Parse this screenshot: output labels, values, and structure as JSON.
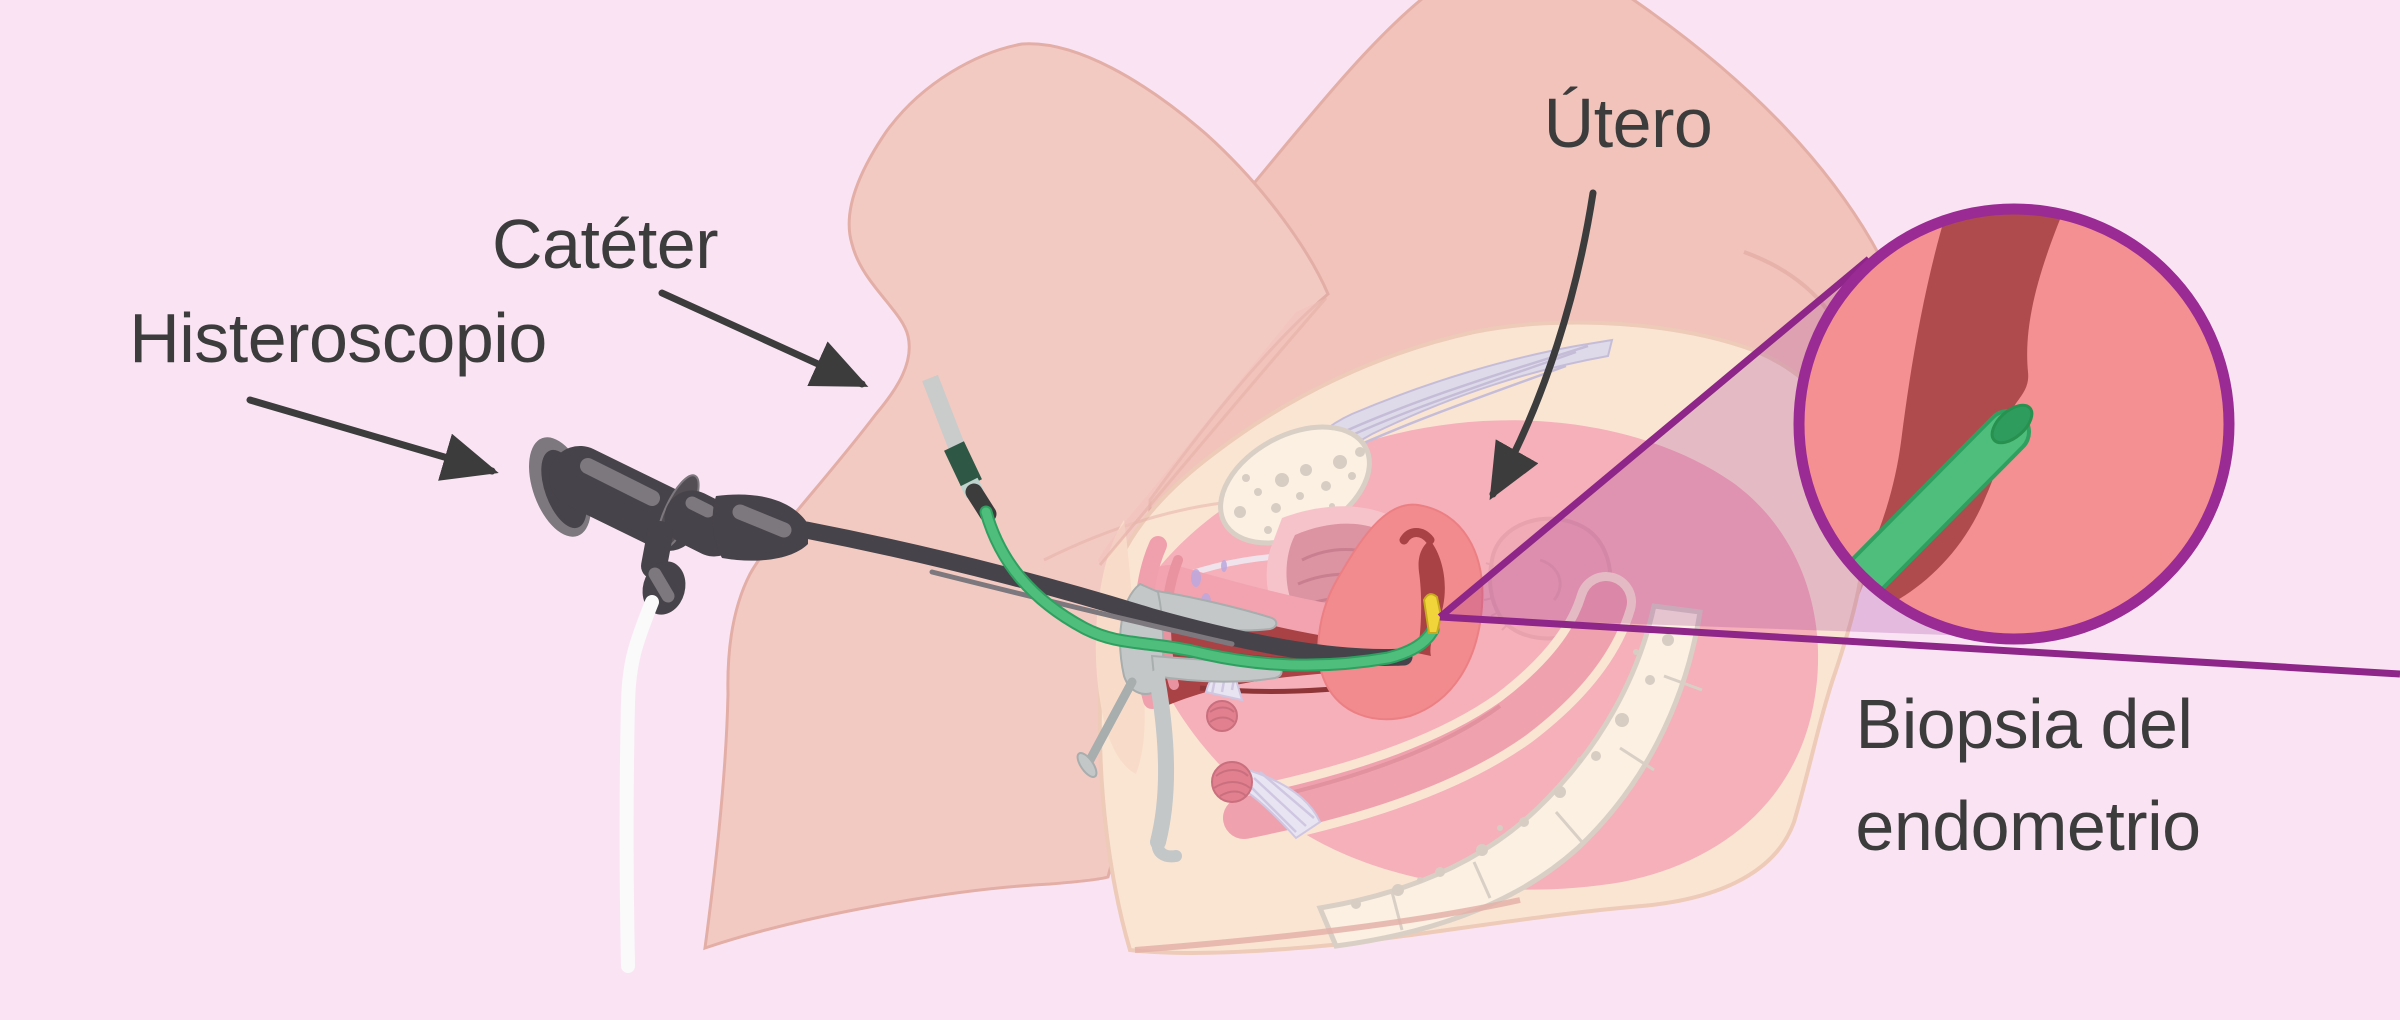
{
  "figure": {
    "type": "medical-illustration",
    "subject": "Endometrial biopsy performed through a catheter with hysteroscope, sagittal pelvic view with magnified endometrium inset"
  },
  "labels": {
    "cateter": "Catéter",
    "histeroscopio": "Histeroscopio",
    "utero": "Útero",
    "biopsia_line1": "Biopsia del",
    "biopsia_line2": "endometrio"
  },
  "annotations": [
    {
      "text": "Catéter",
      "points_to": "catheter"
    },
    {
      "text": "Histeroscopio",
      "points_to": "hysteroscope"
    },
    {
      "text": "Útero",
      "points_to": "uterus"
    },
    {
      "text": "Biopsia del endometrio",
      "points_to": "magnified-endometrium-inset"
    }
  ],
  "colors": {
    "bg": "#FAE4F4",
    "label": "#3C3C3C",
    "accent_purple": "#8E2588",
    "ring_purple": "#9A2B94",
    "wedge": "rgba(151,40,144,0.22)",
    "skin": "#F3CAC2",
    "skin2": "#F1C3BB",
    "skin_edge": "#E3AEA6",
    "cream": "#FAE5D3",
    "cream_edge": "#EDCBB8",
    "cavity_pink": "#F5B0BA",
    "bladder_outer": "#F7C3CA",
    "bladder_inner": "#DC93A2",
    "bladder_line": "#C97F8F",
    "endometrium_red": "#A84245",
    "red_deep": "#8E3538",
    "uterus": "#F28B8E",
    "uterus_edge": "#EC7F83",
    "bone": "#FBF0E2",
    "bone_edge": "#D9CFC5",
    "speckle": "#D8CDC2",
    "ligament": "#DFDAEA",
    "ligament_line": "#C5BDD8",
    "rectum_pink": "#EFA2AD",
    "rectum_line": "#E2919E",
    "muscle": "#E2808F",
    "muscle_dark": "#C96F7E",
    "lavender": "#CFC7E2",
    "fan_fill": "#E9E4F1",
    "drip": "#BBA8E0",
    "steel": "#C3C7C8",
    "steel_dark": "#A8ADAE",
    "scope_dark": "#47434A",
    "scope_light": "#7D787E",
    "catheter_green": "#4FBE7D",
    "catheter_green_dark": "#2FA060",
    "catheter_tip_green": "#2E9C5D",
    "tip_edge": "#27914F",
    "curette_yellow": "#F0D43A",
    "curette_edge": "#C8A91F",
    "cable_white": "#FAFAFA",
    "tube_gray": "#C9CCCB",
    "connector_green": "#2F5746",
    "connector_band": "#BFD3CE",
    "inset_bg": "#F59092",
    "inset_channel": "#B04B4D"
  }
}
